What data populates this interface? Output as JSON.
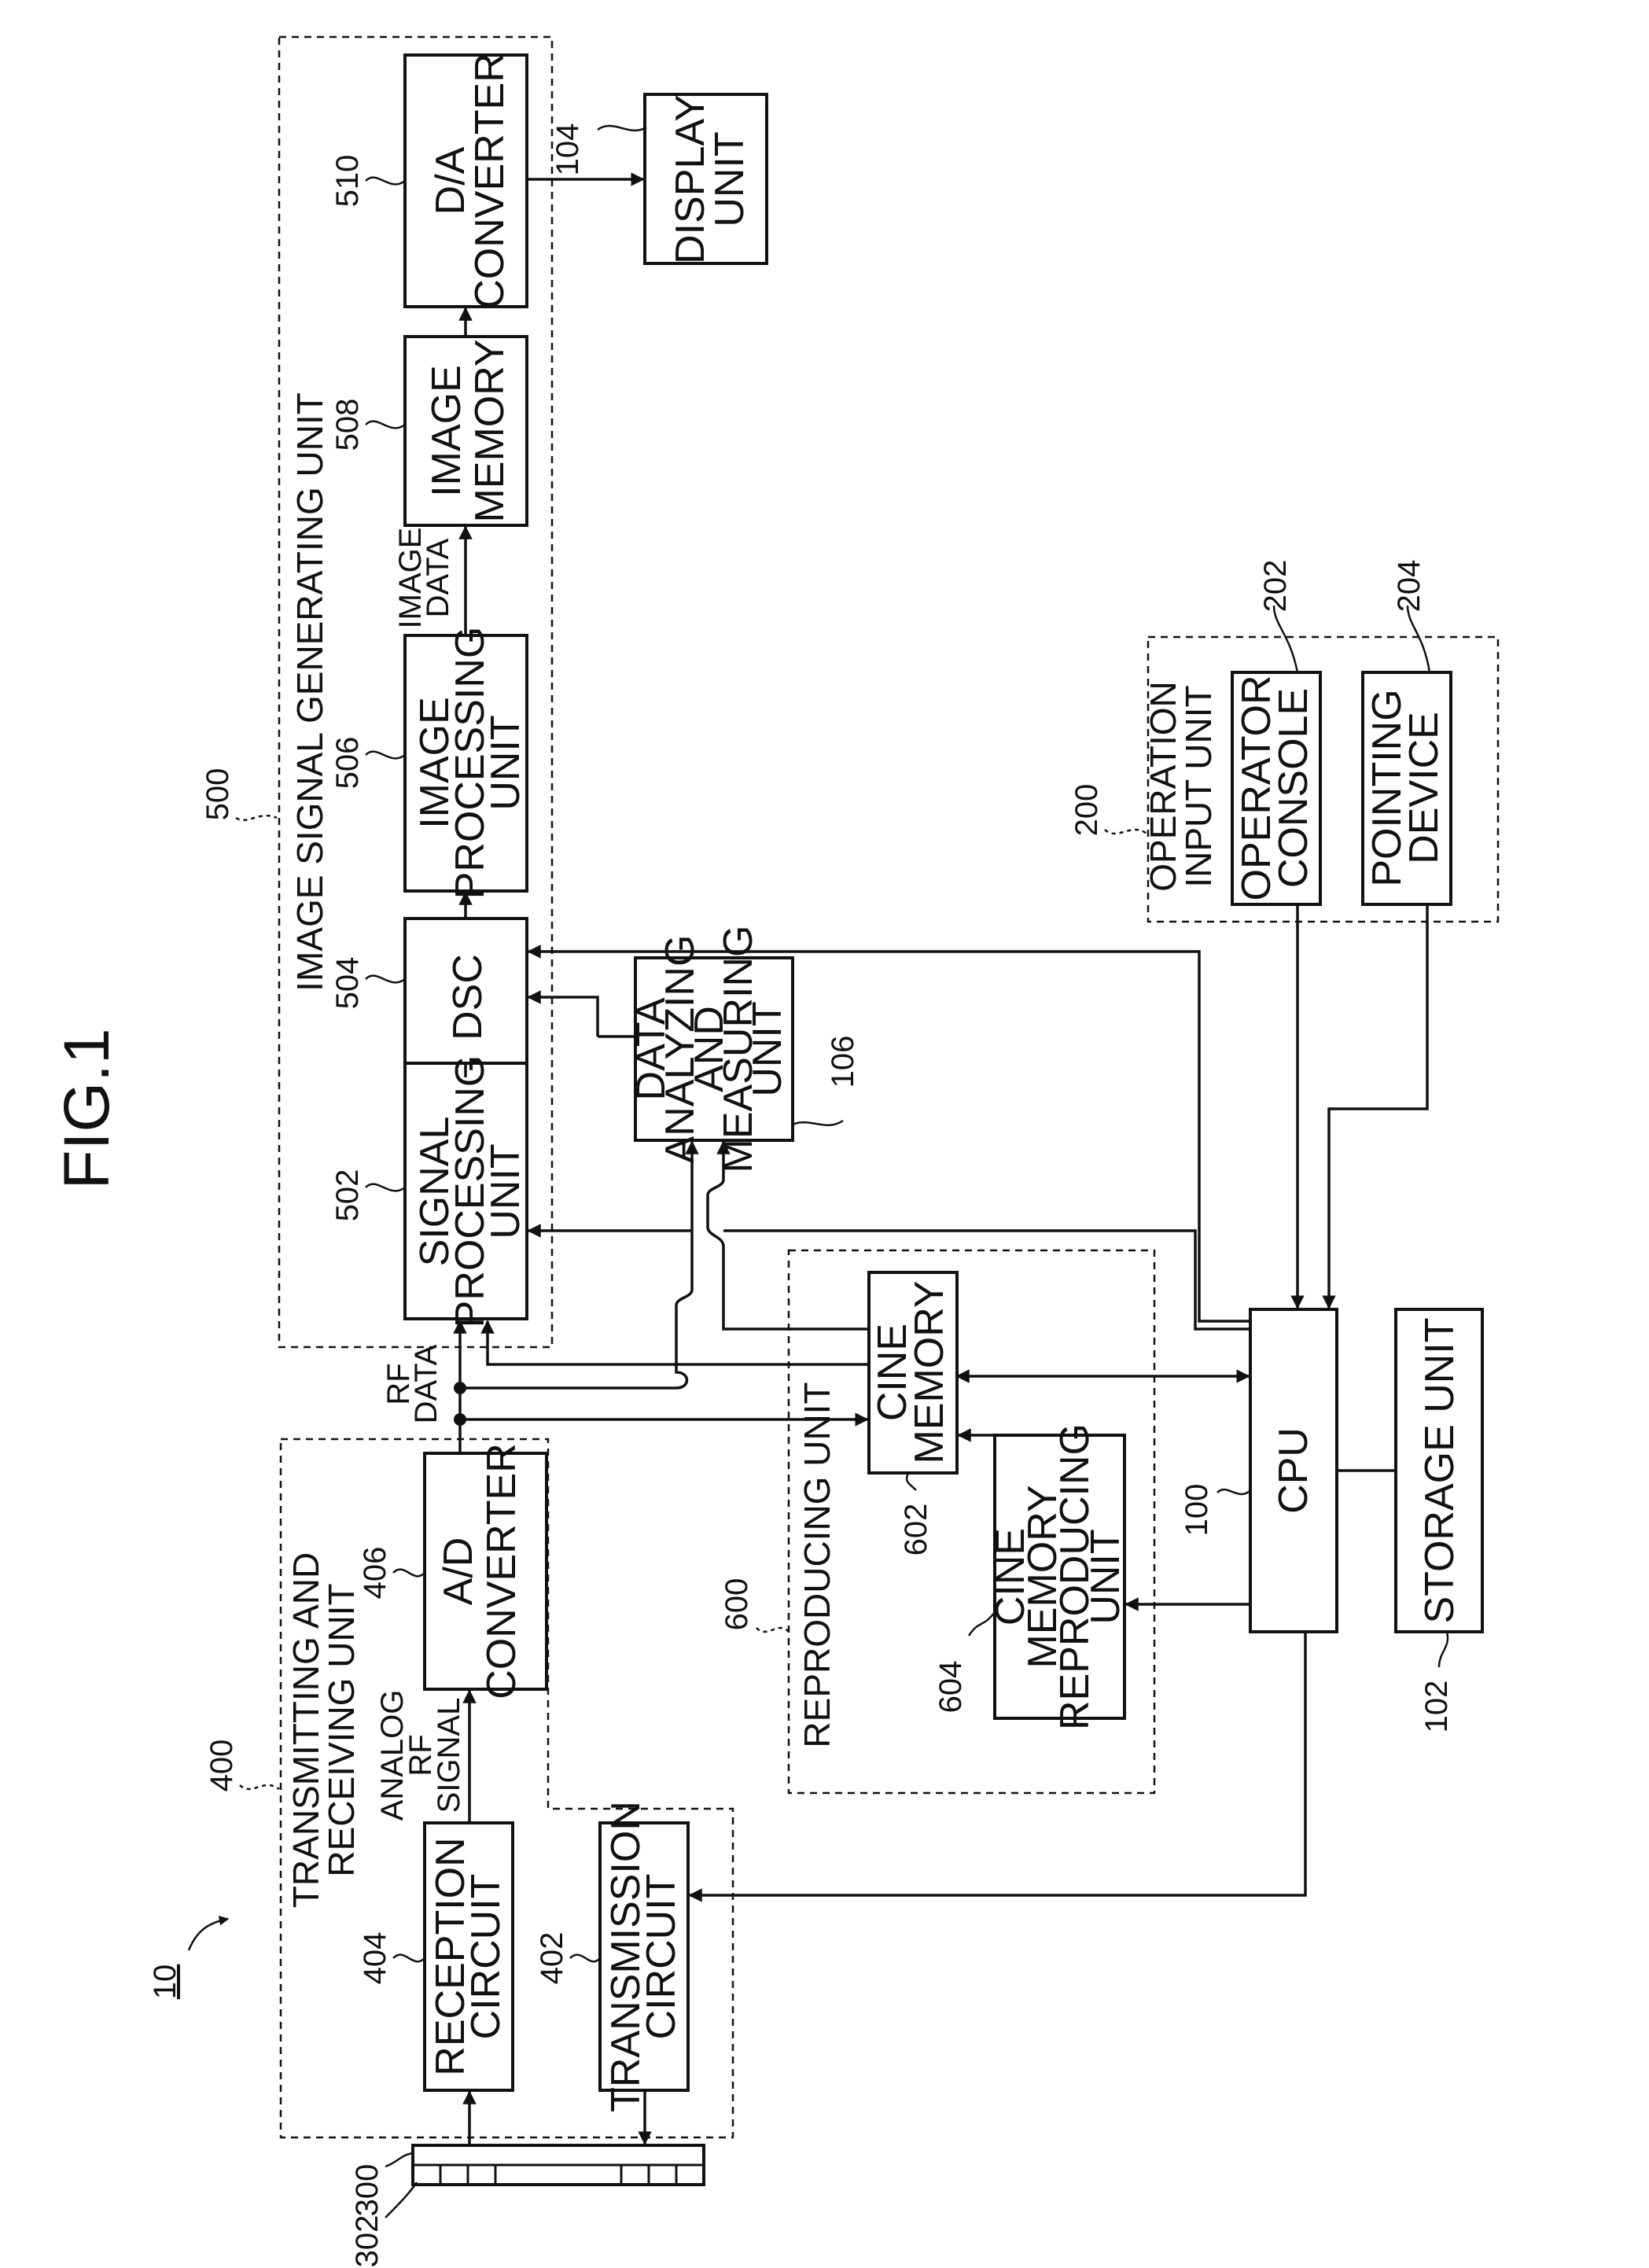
{
  "figure_title": "FIG.1",
  "system_ref": "10",
  "groups": {
    "image_signal_generating_unit": {
      "ref": "500",
      "label": "IMAGE SIGNAL GENERATING UNIT"
    },
    "transmitting_receiving_unit": {
      "ref": "400",
      "label_lines": [
        "TRANSMITTING AND",
        "RECEIVING UNIT"
      ]
    },
    "reproducing_unit": {
      "ref": "600",
      "label": "REPRODUCING UNIT"
    },
    "operation_input_unit": {
      "ref": "200",
      "label_lines": [
        "OPERATION",
        "INPUT UNIT"
      ]
    }
  },
  "blocks": {
    "da_converter": {
      "ref": "510",
      "lines": [
        "D/A",
        "CONVERTER"
      ]
    },
    "display_unit": {
      "ref": "104",
      "lines": [
        "DISPLAY",
        "UNIT"
      ]
    },
    "image_memory": {
      "ref": "508",
      "lines": [
        "IMAGE",
        "MEMORY"
      ]
    },
    "image_processing_unit": {
      "ref": "506",
      "lines": [
        "IMAGE",
        "PROCESSING",
        "UNIT"
      ]
    },
    "dsc": {
      "ref": "504",
      "lines": [
        "DSC"
      ]
    },
    "signal_processing_unit": {
      "ref": "502",
      "lines": [
        "SIGNAL",
        "PROCESSING",
        "UNIT"
      ]
    },
    "data_analyzing_unit": {
      "ref": "106",
      "lines": [
        "DATA",
        "ANALYZING",
        "AND",
        "MEASURING",
        "UNIT"
      ]
    },
    "operator_console": {
      "ref": "202",
      "lines": [
        "OPERATOR",
        "CONSOLE"
      ]
    },
    "pointing_device": {
      "ref": "204",
      "lines": [
        "POINTING",
        "DEVICE"
      ]
    },
    "cine_memory": {
      "ref": "602",
      "lines": [
        "CINE",
        "MEMORY"
      ]
    },
    "cine_memory_reproducing_unit": {
      "ref": "604",
      "lines": [
        "CINE",
        "MEMORY",
        "REPRODUCING",
        "UNIT"
      ]
    },
    "cpu": {
      "ref": "100",
      "lines": [
        "CPU"
      ]
    },
    "storage_unit": {
      "ref": "102",
      "lines": [
        "STORAGE UNIT"
      ]
    },
    "ad_converter": {
      "ref": "406",
      "lines": [
        "A/D",
        "CONVERTER"
      ]
    },
    "reception_circuit": {
      "ref": "404",
      "lines": [
        "RECEPTION",
        "CIRCUIT"
      ]
    },
    "transmission_circuit": {
      "ref": "402",
      "lines": [
        "TRANSMISSION",
        "CIRCUIT"
      ]
    },
    "probe": {
      "refs": [
        "300",
        "302"
      ]
    }
  },
  "signals": {
    "image_data": [
      "IMAGE",
      "DATA"
    ],
    "rf_data": [
      "RF",
      "DATA"
    ],
    "analog_rf_signal": [
      "ANALOG",
      "RF",
      "SIGNAL"
    ]
  }
}
